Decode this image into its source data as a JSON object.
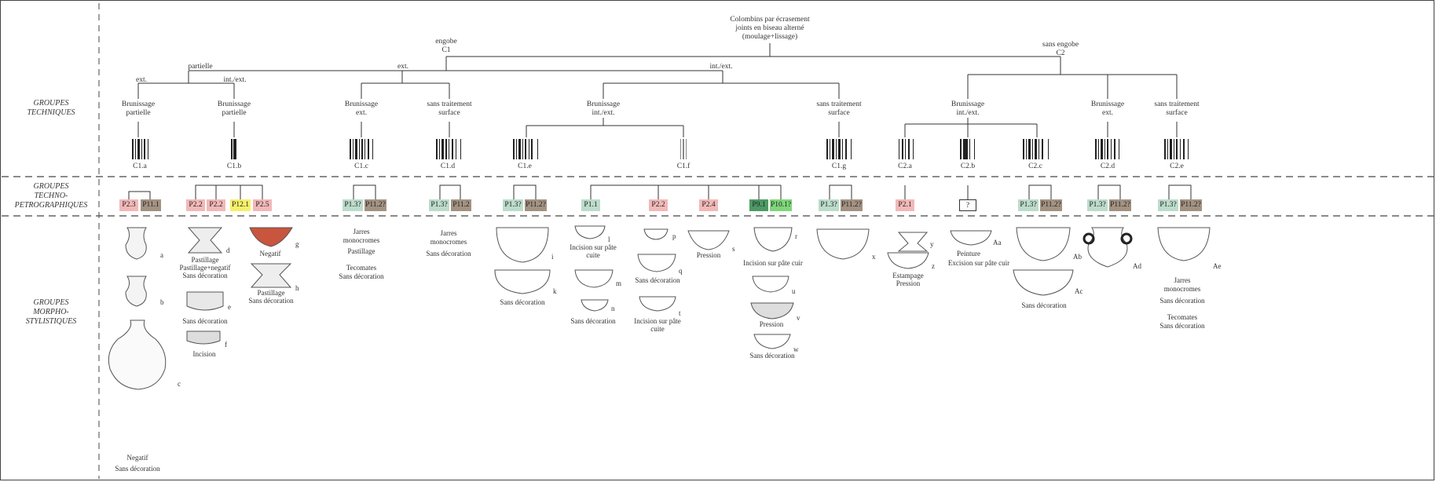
{
  "colors": {
    "line": "#333333",
    "p2": "#f2b8b8",
    "p11": "#a39282",
    "p1": "#bcdccb",
    "p12": "#f5f06a",
    "p9": "#4d9965",
    "p10": "#7ed67a",
    "neg": "#c8553d"
  },
  "side_labels": {
    "tech": [
      "GROUPES",
      "TECHNIQUES"
    ],
    "petro": [
      "GROUPES",
      "TECHNO-",
      "PETROGRAPHIQUES"
    ],
    "morpho": [
      "GROUPES",
      "MORPHO-",
      "STYLISTIQUES"
    ]
  },
  "root": [
    "Colombins par écrasement",
    "joints en biseau alterné",
    "(moulage+lissage)"
  ],
  "engobe": [
    "engobe",
    "C1"
  ],
  "sans_engobe": [
    "sans engobe",
    "C2"
  ],
  "branches": {
    "partielle": "partielle",
    "ext_mid": "ext.",
    "int_ext_mid": "int./ext.",
    "ext_left": "ext.",
    "int_ext_left": "int./ext."
  },
  "tech_labels": [
    [
      "Brunissage",
      "partielle"
    ],
    [
      "Brunissage",
      "partielle"
    ],
    [
      "Brunissage",
      "ext."
    ],
    [
      "sans traitement",
      "surface"
    ],
    [
      "Brunissage",
      "int./ext."
    ],
    [
      "sans traitement",
      "surface"
    ],
    [
      "Brunissage",
      "int./ext."
    ],
    [
      "Brunissage",
      "ext."
    ],
    [
      "sans traitement",
      "surface"
    ]
  ],
  "codes": [
    "C1.a",
    "C1.b",
    "C1.c",
    "C1.d",
    "C1.e",
    "C1.f",
    "C1.g",
    "C2.a",
    "C2.b",
    "C2.c",
    "C2.d",
    "C2.e"
  ],
  "petro_boxes": [
    "P2.3",
    "P11.1",
    "P2.2",
    "P2.2",
    "P12.1",
    "P2.5",
    "P1.3?",
    "P11.2?",
    "P1.3?",
    "P11.2",
    "P1.3?",
    "P11.2?",
    "P1.1",
    "P2.2",
    "P2.4",
    "P9.1",
    "P10.1?",
    "P1.3?",
    "P11.2?",
    "P2.1",
    "?",
    "P1.3?",
    "P11.2?",
    "P1.3?",
    "P11.2?",
    "P1.3?",
    "P11.2?"
  ],
  "morpho": {
    "c1c": [
      "Jarres",
      "monocromes",
      "Pastillage",
      "",
      "Tecomates",
      "Sans décoration"
    ],
    "c1d": [
      "Jarres",
      "monocromes",
      "Sans décoration"
    ],
    "c2e": [
      "Jarres",
      "monocromes",
      "Sans décoration",
      "",
      "Tecomates",
      "Sans décoration"
    ],
    "captions": [
      "Negatif",
      "Sans décoration",
      "Pastillage",
      "Pastillage+negatif",
      "Sans décoration",
      "Negatif",
      "Pastillage",
      "Sans décoration",
      "Sans décoration",
      "Incision",
      "Sans décoration",
      "Incision sur pâte",
      "cuite",
      "Sans décoration",
      "Sans décoration",
      "Incision sur pâte",
      "cuite",
      "Pression",
      "Incision sur pâte cuir",
      "Pression",
      "Sans décoration",
      "Estampage",
      "Pression",
      "Peinture",
      "Excision sur pâte cuir",
      "Sans décoration"
    ],
    "letters": [
      "a",
      "b",
      "c",
      "d",
      "e",
      "f",
      "g",
      "h",
      "i",
      "k",
      "l",
      "m",
      "n",
      "p",
      "q",
      "r",
      "s",
      "t",
      "u",
      "v",
      "w",
      "x",
      "y",
      "z",
      "Aa",
      "Ab",
      "Ac",
      "Ad",
      "Ae"
    ]
  }
}
